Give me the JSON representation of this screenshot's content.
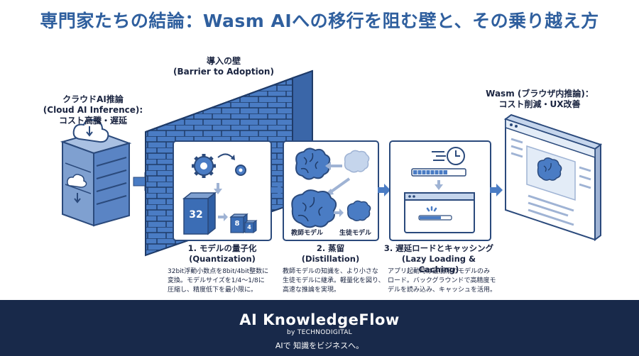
{
  "title": "専門家たちの結論：Wasm AIへの移行を阻む壁と、その乗り越え方",
  "barrier": {
    "line1": "導入の壁",
    "line2": "(Barrier to Adoption)"
  },
  "cloud": {
    "line1": "クラウドAI推論",
    "line2": "(Cloud AI Inference):",
    "line3": "コスト高騰・遅延"
  },
  "wasm": {
    "line1": "Wasm (ブラウザ内推論)：",
    "line2": "コスト削減・UX改善"
  },
  "steps": [
    {
      "title1": "1. モデルの量子化",
      "title2": "(Quantization)",
      "desc": [
        "32bit浮動小数点を8bit/4bit整数に",
        "変換。モデルサイズを1/4〜1/8に",
        "圧縮し、精度低下を最小限に。"
      ],
      "block_big": "32",
      "block_mid": "8",
      "block_small": "4"
    },
    {
      "title1": "2. 蒸留",
      "title2": "(Distillation)",
      "desc": [
        "教師モデルの知識を、より小さな",
        "生徒モデルに継承。軽量化を図り、",
        "高速な推論を実現。"
      ],
      "teacher_label": "教師モデル",
      "student_label": "生徒モデル"
    },
    {
      "title1": "3. 遅延ロードとキャッシング",
      "title2": "(Lazy Loading & Caching)",
      "desc": [
        "アプリ起動時は最低限のモデルのみ",
        "ロード。バックグラウンドで高精度モ",
        "デルを読み込み、キャッシュを活用。"
      ]
    }
  ],
  "footer": {
    "brand": "AI KnowledgeFlow",
    "by": "by TECHNODIGITAL",
    "tagline": "AIで 知識をビジネスへ。"
  },
  "colors": {
    "accent": "#2f5f9e",
    "brick": "#4a7cc4",
    "dark": "#18294a"
  }
}
